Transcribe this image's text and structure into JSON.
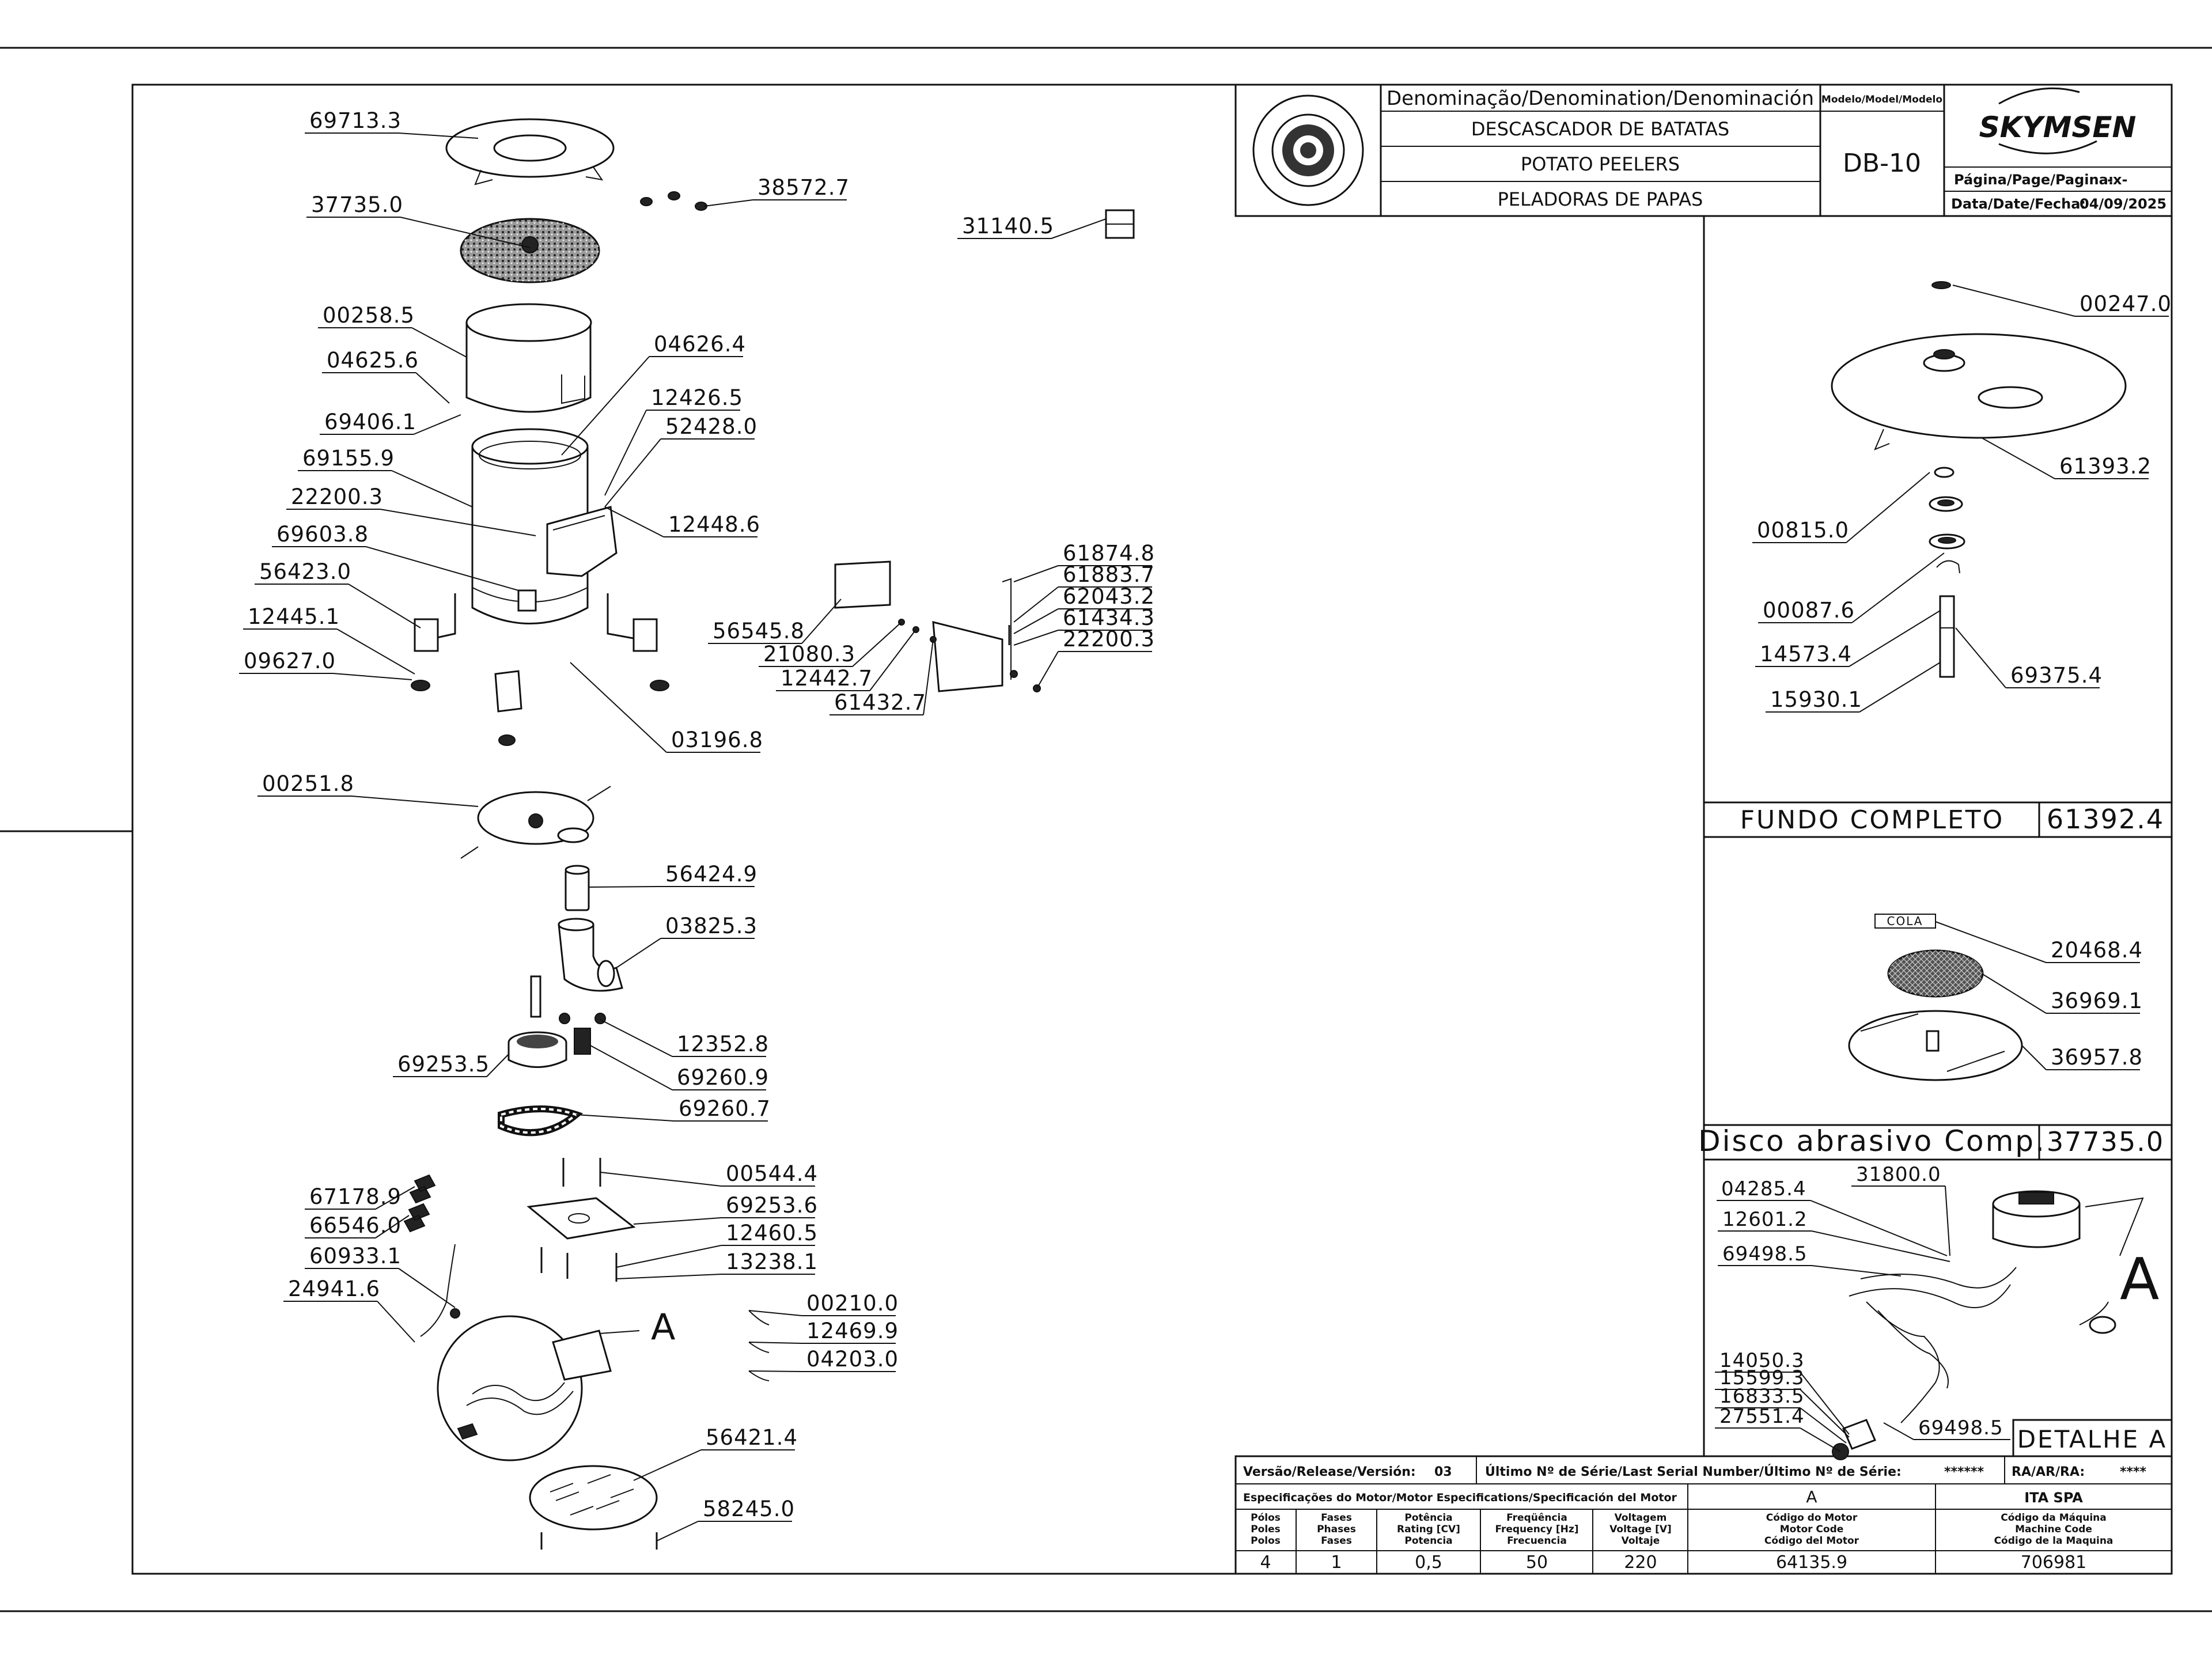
{
  "title_block": {
    "denomination_header": "Denominação/Denomination/Denominación",
    "name_pt": "DESCASCADOR DE BATATAS",
    "name_en": "POTATO PEELERS",
    "name_es": "PELADORAS DE PAPAS",
    "model_header": "Modelo/Model/Modelo",
    "model": "DB-10",
    "brand": "SKYMSEN",
    "page_label": "Página/Page/Pagina:",
    "page_value": "-x-",
    "date_label": "Data/Date/Fecha:",
    "date_value": "04/09/2025"
  },
  "bottom_block": {
    "version_label": "Versão/Release/Versión:",
    "version_value": "03",
    "serial_label": "Último Nº de Série/Last Serial Number/Último Nº de Série:",
    "serial_value": "******",
    "ra_label": "RA/AR/RA:",
    "ra_value": "****",
    "motor_spec_header": "Especificações do Motor/Motor Especifications/Specificación del Motor",
    "motor_letter": "A",
    "company": "ITA SPA",
    "columns": [
      {
        "label": [
          "Pólos",
          "Poles",
          "Polos"
        ],
        "value": "4"
      },
      {
        "label": [
          "Fases",
          "Phases",
          "Fases"
        ],
        "value": "1"
      },
      {
        "label": [
          "Potência",
          "Rating [CV]",
          "Potencia"
        ],
        "value": "0,5"
      },
      {
        "label": [
          "Freqüência",
          "Frequency [Hz]",
          "Frecuencia"
        ],
        "value": "50"
      },
      {
        "label": [
          "Voltagem",
          "Voltage [V]",
          "Voltaje"
        ],
        "value": "220"
      },
      {
        "label": [
          "Código do Motor",
          "Motor Code",
          "Código del Motor"
        ],
        "value": "64135.9"
      },
      {
        "label": [
          "Código da Máquina",
          "Machine Code",
          "Código de la Maquina"
        ],
        "value": "706981"
      }
    ]
  },
  "sections": {
    "fundo_title": "FUNDO COMPLETO",
    "fundo_code": "61392.4",
    "disco_title": "Disco abrasivo Comp.",
    "disco_code": "37735.0",
    "detalhe_title": "DETALHE A",
    "detail_marker": "A",
    "cola": "COLA"
  },
  "main_labels": [
    "69713.3",
    "37735.0",
    "38572.7",
    "31140.5",
    "00258.5",
    "04625.6",
    "04626.4",
    "69406.1",
    "12426.5",
    "52428.0",
    "69155.9",
    "22200.3",
    "12448.6",
    "69603.8",
    "56423.0",
    "12445.1",
    "09627.0",
    "03196.8",
    "00251.8",
    "56424.9",
    "03825.3",
    "12352.8",
    "69253.5",
    "69260.9",
    "69260.7",
    "00544.4",
    "69253.6",
    "67178.9",
    "66546.0",
    "60933.1",
    "12460.5",
    "13238.1",
    "24941.6",
    "00210.0",
    "12469.9",
    "04203.0",
    "56421.4",
    "58245.0"
  ],
  "bracket_labels": [
    "61874.8",
    "61883.7",
    "62043.2",
    "61434.3",
    "22200.3",
    "56545.8",
    "21080.3",
    "12442.7",
    "61432.7"
  ],
  "fundo_labels": [
    "00247.0",
    "61393.2",
    "00815.0",
    "00087.6",
    "14573.4",
    "69375.4",
    "15930.1"
  ],
  "disco_labels": [
    "20468.4",
    "36969.1",
    "36957.8"
  ],
  "detail_labels": [
    "04285.4",
    "31800.0",
    "12601.2",
    "69498.5",
    "14050.3",
    "15599.3",
    "16833.5",
    "27551.4",
    "69498.5"
  ]
}
